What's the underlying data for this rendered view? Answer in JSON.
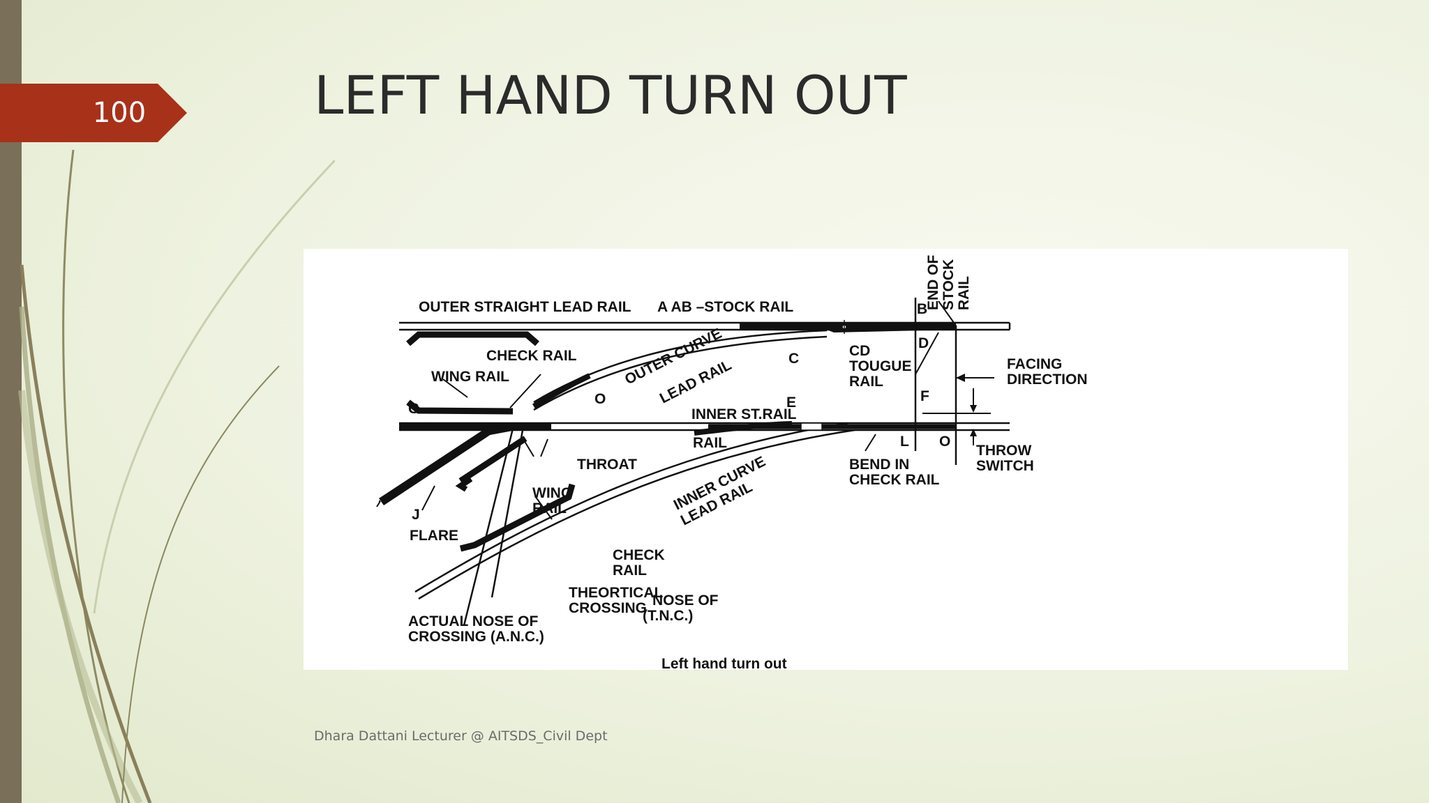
{
  "slide": {
    "number": "100",
    "title": "LEFT HAND TURN OUT",
    "footer": "Dhara Dattani Lecturer @ AITSDS_Civil Dept"
  },
  "diagram": {
    "labels": {
      "outer_straight_lead_rail": "OUTER  STRAIGHT  LEAD  RAIL",
      "a_ab_stock_rail": "A  AB  –STOCK  RAIL",
      "b": "B",
      "end_of": "END OF",
      "stock": "STOCK",
      "rail_vertical": "RAIL",
      "d": "D",
      "check_rail_top": "CHECK  RAIL",
      "wing_rail_top": "WING  RAIL",
      "outer_curve": "OUTER  CURVE",
      "lead_rail_outer": "LEAD  RAIL",
      "c": "C",
      "cd": "CD",
      "tougue": "TOUGUE",
      "rail_cd": "RAIL",
      "facing": "FACING",
      "direction": "DIRECTION",
      "g": "G",
      "o_left": "O",
      "e": "E",
      "inner_st_rail": "INNER  ST.RAIL",
      "rail_inner": "RAIL",
      "f": "F",
      "l": "L",
      "o_right": "O",
      "throw": "THROW",
      "switch": "SWITCH",
      "throat": "THROAT",
      "bend_in": "BEND  IN",
      "check_rail_bend": "CHECK  RAIL",
      "inner_curve": "INNER  CURVE",
      "lead_rail_inner": "LEAD  RAIL",
      "wing_rail_lower_1": "WING",
      "wing_rail_lower_2": "RAIL",
      "j": "J",
      "flare": "FLARE",
      "check_rail_lower_1": "CHECK",
      "check_rail_lower_2": "RAIL",
      "theortical_crossing_1": "THEORTICAL",
      "theortical_crossing_2": "CROSSING",
      "nose_of": "NOSE  OF",
      "tnc": "(T.N.C.)",
      "actual_nose_1": "ACTUAL  NOSE  OF",
      "actual_nose_2": "CROSSING    (A.N.C.)",
      "caption": "Left hand turn out"
    }
  }
}
